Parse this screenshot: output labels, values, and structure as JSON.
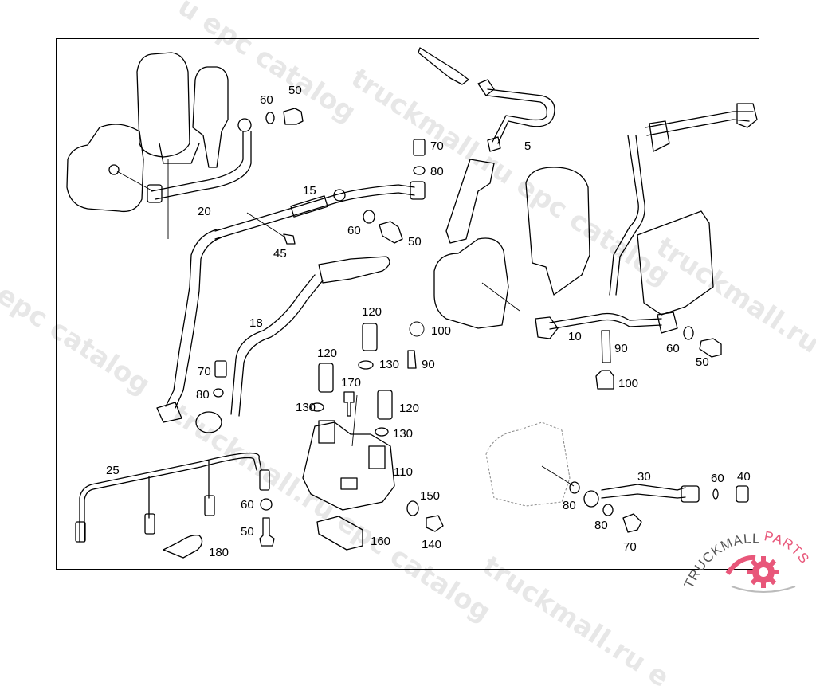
{
  "diagram": {
    "title": "Fuel system exploded parts diagram",
    "callouts": [
      {
        "id": "c-60-a",
        "label": "60"
      },
      {
        "id": "c-50-a",
        "label": "50"
      },
      {
        "id": "c-70-a",
        "label": "70"
      },
      {
        "id": "c-80-a",
        "label": "80"
      },
      {
        "id": "c-5",
        "label": "5"
      },
      {
        "id": "c-15",
        "label": "15"
      },
      {
        "id": "c-20",
        "label": "20"
      },
      {
        "id": "c-60-b",
        "label": "60"
      },
      {
        "id": "c-50-b",
        "label": "50"
      },
      {
        "id": "c-45",
        "label": "45"
      },
      {
        "id": "c-18",
        "label": "18"
      },
      {
        "id": "c-120-a",
        "label": "120"
      },
      {
        "id": "c-100-a",
        "label": "100"
      },
      {
        "id": "c-130-a",
        "label": "130"
      },
      {
        "id": "c-90-a",
        "label": "90"
      },
      {
        "id": "c-120-b",
        "label": "120"
      },
      {
        "id": "c-170",
        "label": "170"
      },
      {
        "id": "c-70-b",
        "label": "70"
      },
      {
        "id": "c-80-b",
        "label": "80"
      },
      {
        "id": "c-130-b",
        "label": "130"
      },
      {
        "id": "c-120-c",
        "label": "120"
      },
      {
        "id": "c-130-c",
        "label": "130"
      },
      {
        "id": "c-110",
        "label": "110"
      },
      {
        "id": "c-150",
        "label": "150"
      },
      {
        "id": "c-160",
        "label": "160"
      },
      {
        "id": "c-140",
        "label": "140"
      },
      {
        "id": "c-10",
        "label": "10"
      },
      {
        "id": "c-90-b",
        "label": "90"
      },
      {
        "id": "c-60-c",
        "label": "60"
      },
      {
        "id": "c-50-c",
        "label": "50"
      },
      {
        "id": "c-100-b",
        "label": "100"
      },
      {
        "id": "c-25",
        "label": "25"
      },
      {
        "id": "c-60-d",
        "label": "60"
      },
      {
        "id": "c-50-d",
        "label": "50"
      },
      {
        "id": "c-180",
        "label": "180"
      },
      {
        "id": "c-30",
        "label": "30"
      },
      {
        "id": "c-60-e",
        "label": "60"
      },
      {
        "id": "c-40",
        "label": "40"
      },
      {
        "id": "c-80-c",
        "label": "80"
      },
      {
        "id": "c-80-d",
        "label": "80"
      },
      {
        "id": "c-70-c",
        "label": "70"
      }
    ]
  },
  "watermarks": [
    "u epc catalog",
    "truckmall.ru epc catalog",
    "truckmall.ru e",
    "u epc catalog",
    "truckmall.ru epc catalog",
    "truckmall.ru e"
  ],
  "logo": {
    "text_left": "TRUCKMALL",
    "text_right": "PARTS",
    "brand_color": "#e8577a",
    "text_color": "#555555"
  }
}
